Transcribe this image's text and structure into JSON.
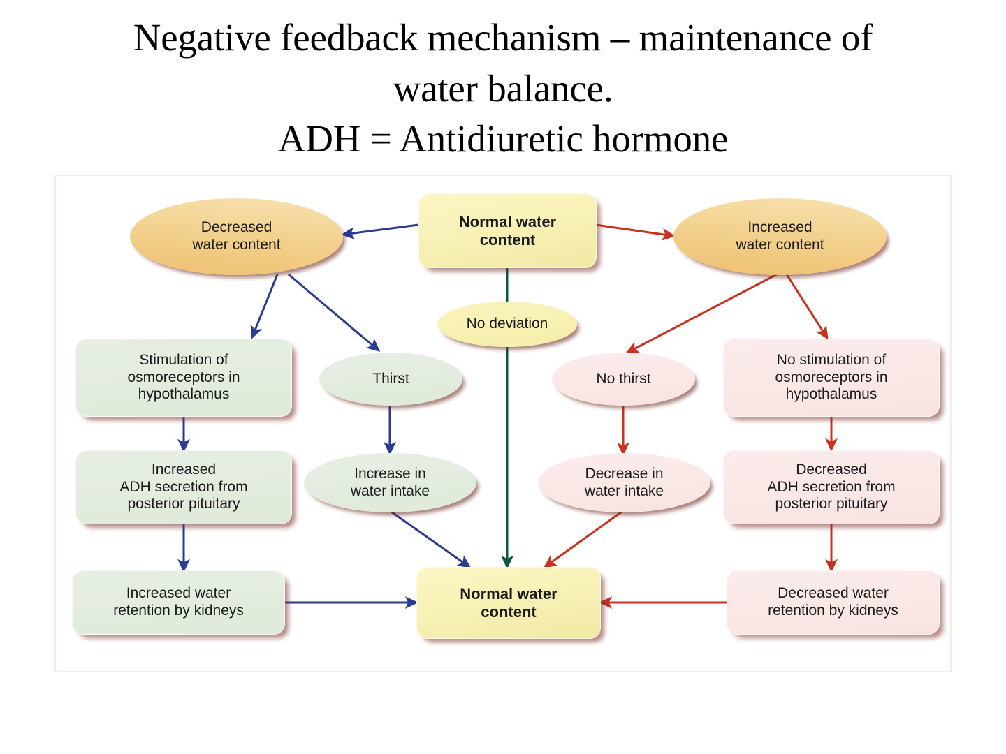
{
  "title": {
    "line1": "Negative feedback mechanism – maintenance of",
    "line2": "water balance.",
    "line3": "ADH = Antidiuretic hormone"
  },
  "colors": {
    "arrow_blue": "#2b3b8f",
    "arrow_red": "#c8321e",
    "arrow_green": "#0b5a3c",
    "node_yellow": "#f7f0b4",
    "node_orange": "#f0c87e",
    "node_green": "#e3ecdf",
    "node_pink": "#f9e6e5",
    "frame_border": "#f6eaea"
  },
  "diagram": {
    "type": "flowchart",
    "nodes": [
      {
        "id": "normal-water-content-top",
        "label": "Normal water\ncontent",
        "shape": "box",
        "fill": "yellow",
        "bold": true
      },
      {
        "id": "no-deviation",
        "label": "No deviation",
        "shape": "ellipse",
        "fill": "yellow",
        "bold": false
      },
      {
        "id": "decreased-water-content",
        "label": "Decreased\nwater content",
        "shape": "ellipse",
        "fill": "orange",
        "bold": false
      },
      {
        "id": "increased-water-content",
        "label": "Increased\nwater content",
        "shape": "ellipse",
        "fill": "orange",
        "bold": false
      },
      {
        "id": "stimulation-osmoreceptors",
        "label": "Stimulation of\nosmoreceptors in\nhypothalamus",
        "shape": "box",
        "fill": "green",
        "bold": false
      },
      {
        "id": "no-stimulation-osmoreceptors",
        "label": "No stimulation of\nosmoreceptors in\nhypothalamus",
        "shape": "box",
        "fill": "pink",
        "bold": false
      },
      {
        "id": "thirst",
        "label": "Thirst",
        "shape": "ellipse",
        "fill": "green",
        "bold": false
      },
      {
        "id": "no-thirst",
        "label": "No thirst",
        "shape": "ellipse",
        "fill": "pink",
        "bold": false
      },
      {
        "id": "increased-adh-secretion",
        "label": "Increased\nADH secretion from\nposterior pituitary",
        "shape": "box",
        "fill": "green",
        "bold": false
      },
      {
        "id": "decreased-adh-secretion",
        "label": "Decreased\nADH secretion from\nposterior pituitary",
        "shape": "box",
        "fill": "pink",
        "bold": false
      },
      {
        "id": "increase-water-intake",
        "label": "Increase in\nwater intake",
        "shape": "ellipse",
        "fill": "green",
        "bold": false
      },
      {
        "id": "decrease-water-intake",
        "label": "Decrease in\nwater intake",
        "shape": "ellipse",
        "fill": "pink",
        "bold": false
      },
      {
        "id": "increased-water-retention",
        "label": "Increased water\nretention by kidneys",
        "shape": "box",
        "fill": "green",
        "bold": false
      },
      {
        "id": "decreased-water-retention",
        "label": "Decreased water\nretention by kidneys",
        "shape": "box",
        "fill": "pink",
        "bold": false
      },
      {
        "id": "normal-water-content-bottom",
        "label": "Normal water\ncontent",
        "shape": "box",
        "fill": "yellow",
        "bold": true
      }
    ],
    "edges": [
      {
        "from": "normal-water-content-top",
        "to": "decreased-water-content",
        "color": "blue"
      },
      {
        "from": "normal-water-content-top",
        "to": "increased-water-content",
        "color": "red"
      },
      {
        "from": "normal-water-content-top",
        "to": "normal-water-content-bottom",
        "color": "green",
        "via": "no-deviation"
      },
      {
        "from": "decreased-water-content",
        "to": "stimulation-osmoreceptors",
        "color": "blue"
      },
      {
        "from": "decreased-water-content",
        "to": "thirst",
        "color": "blue"
      },
      {
        "from": "increased-water-content",
        "to": "no-thirst",
        "color": "red"
      },
      {
        "from": "increased-water-content",
        "to": "no-stimulation-osmoreceptors",
        "color": "red"
      },
      {
        "from": "stimulation-osmoreceptors",
        "to": "increased-adh-secretion",
        "color": "blue"
      },
      {
        "from": "thirst",
        "to": "increase-water-intake",
        "color": "blue"
      },
      {
        "from": "no-thirst",
        "to": "decrease-water-intake",
        "color": "red"
      },
      {
        "from": "no-stimulation-osmoreceptors",
        "to": "decreased-adh-secretion",
        "color": "red"
      },
      {
        "from": "increased-adh-secretion",
        "to": "increased-water-retention",
        "color": "blue"
      },
      {
        "from": "increase-water-intake",
        "to": "normal-water-content-bottom",
        "color": "blue"
      },
      {
        "from": "decrease-water-intake",
        "to": "normal-water-content-bottom",
        "color": "red"
      },
      {
        "from": "decreased-adh-secretion",
        "to": "decreased-water-retention",
        "color": "red"
      },
      {
        "from": "increased-water-retention",
        "to": "normal-water-content-bottom",
        "color": "blue"
      },
      {
        "from": "decreased-water-retention",
        "to": "normal-water-content-bottom",
        "color": "red"
      }
    ]
  }
}
